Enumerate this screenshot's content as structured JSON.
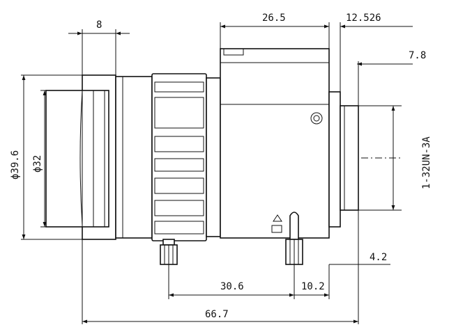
{
  "drawing": {
    "subject": "lens-mechanical-drawing",
    "dimensions": {
      "front_step_width": "8",
      "barrel_length": "26.5",
      "back_flange": "12.526",
      "mount_depth": "7.8",
      "outer_diameter": "ϕ39.6",
      "inner_diameter": "ϕ32",
      "thread_spec": "1-32UN-3A",
      "flange_gap": "4.2",
      "screw_spacing": "30.6",
      "rear_screw_offset": "10.2",
      "overall_length": "66.7"
    }
  }
}
